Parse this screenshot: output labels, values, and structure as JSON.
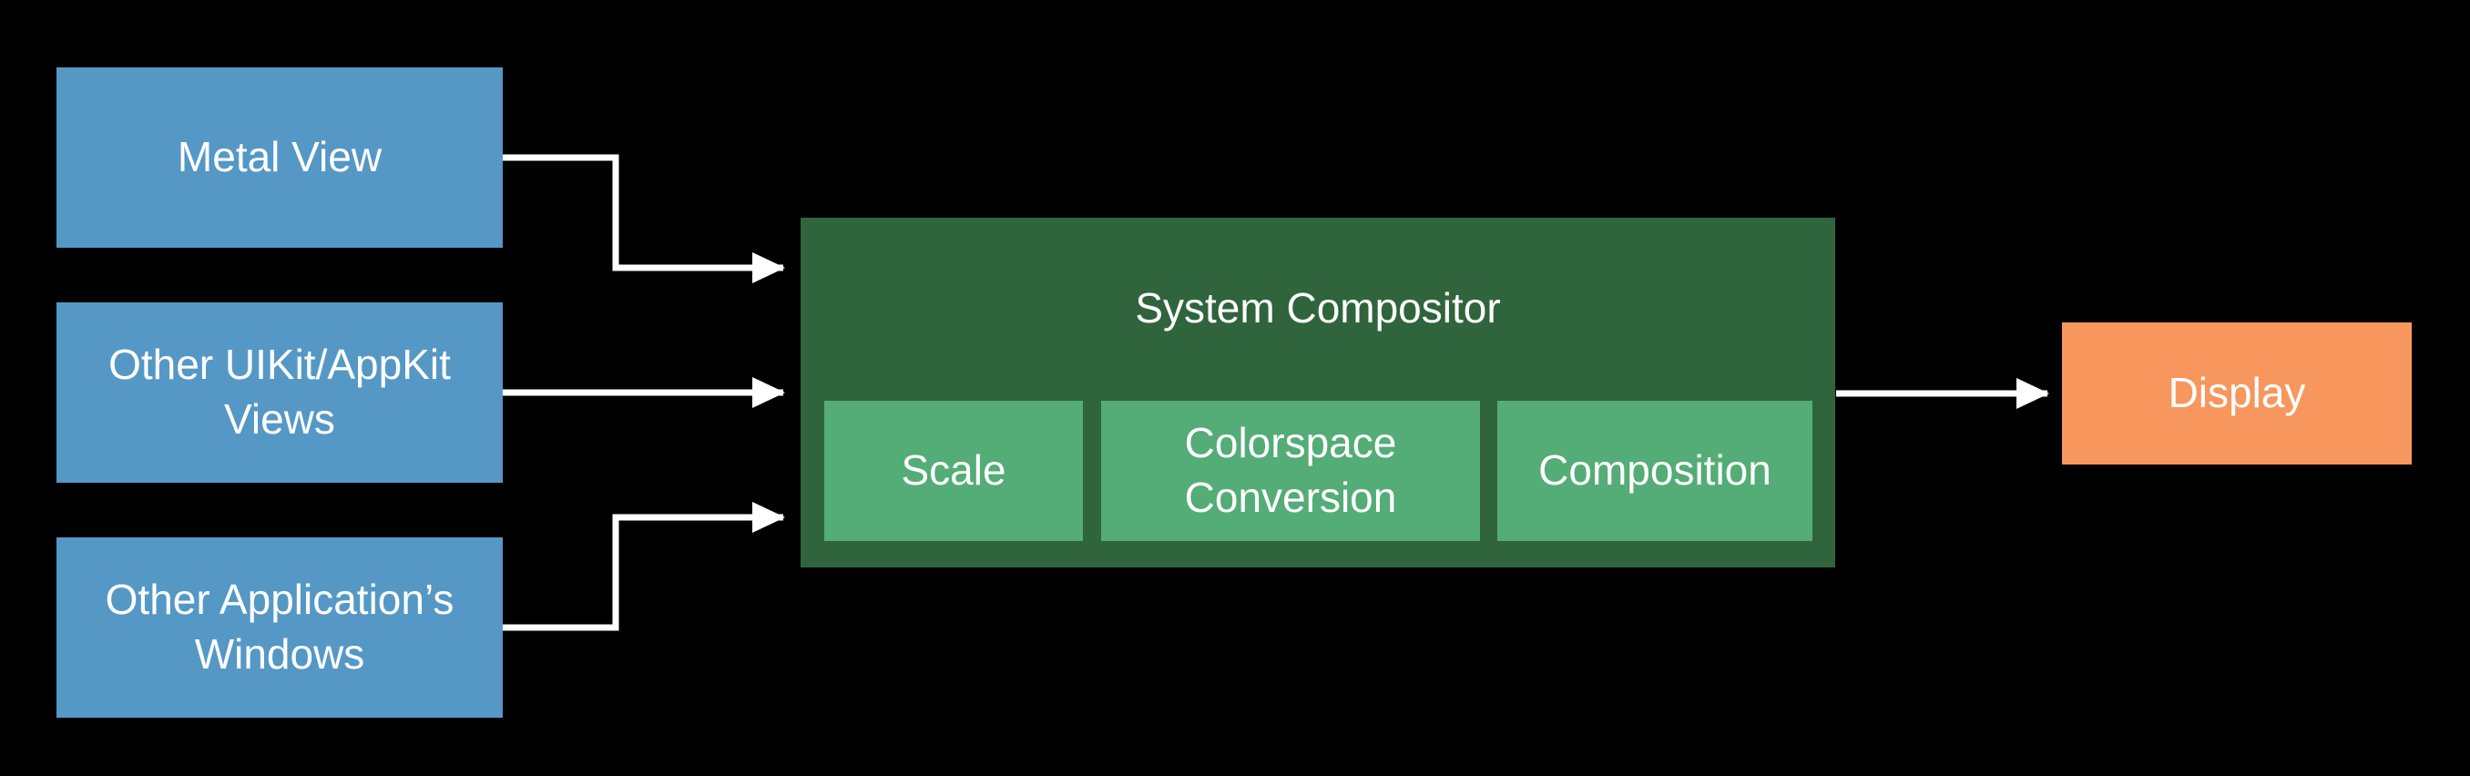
{
  "colors": {
    "background": "#000000",
    "source": "#5598c6",
    "compositor": "#30643c",
    "stage": "#54ac76",
    "display": "#f7975d",
    "arrow": "#ffffff",
    "text": "#ffffff"
  },
  "sources": [
    {
      "label": "Metal View"
    },
    {
      "label": "Other UIKit/AppKit\nViews"
    },
    {
      "label": "Other Application’s\nWindows"
    }
  ],
  "compositor": {
    "title": "System Compositor",
    "stages": [
      {
        "label": "Scale"
      },
      {
        "label": "Colorspace\nConversion"
      },
      {
        "label": "Composition"
      }
    ]
  },
  "display": {
    "label": "Display"
  }
}
